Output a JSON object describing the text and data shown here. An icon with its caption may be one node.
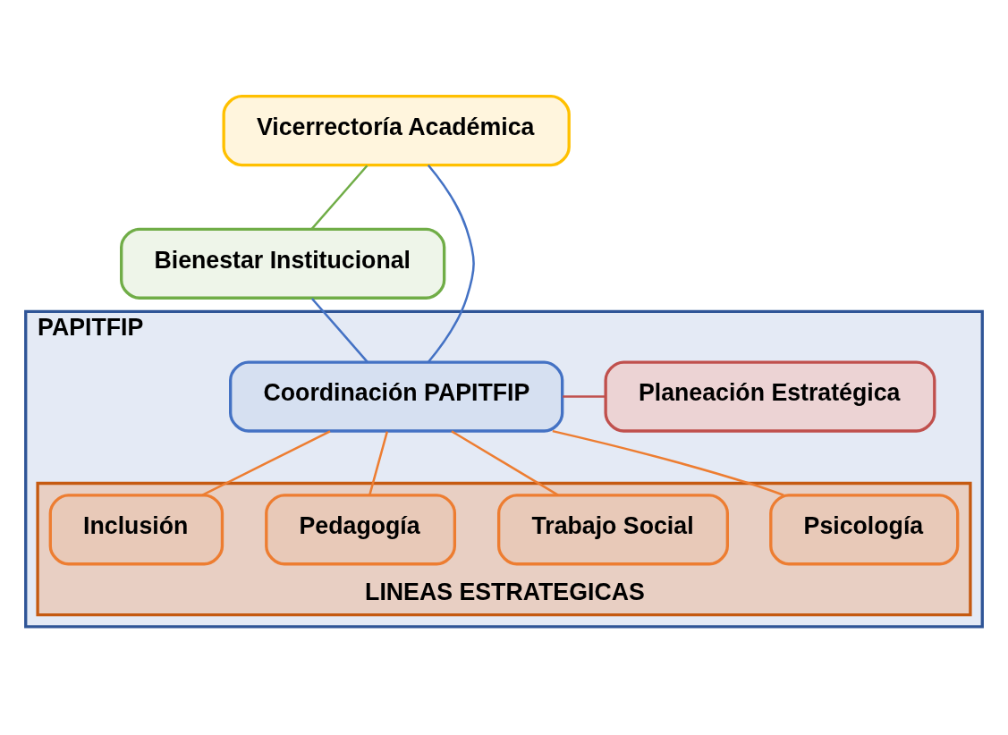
{
  "diagram": {
    "nodes": [
      {
        "text": [
          "Vicerrectoría Académica"
        ]
      },
      {
        "text": [
          "Bienestar Institucional"
        ]
      },
      {
        "text": [
          "PAPITFIP"
        ]
      },
      {
        "text": [
          "Coordinación PAPITFIP"
        ],
        "in": 2
      },
      {
        "text": [
          "Planeación Estratégica"
        ],
        "in": 2
      },
      {
        "text": [
          "LINEAS ESTRATEGICAS"
        ],
        "in": 2
      },
      {
        "text": [
          "Inclusión"
        ],
        "in": 5
      },
      {
        "text": [
          "Pedagogía"
        ],
        "in": 5
      },
      {
        "text": [
          "Trabajo Social"
        ],
        "in": 5
      },
      {
        "text": [
          "Psicología"
        ],
        "in": 5
      }
    ],
    "edges": [
      {
        "from": 0,
        "to": 1,
        "arrow": "none",
        "color": "#70ad47"
      },
      {
        "from": 0,
        "to": 3,
        "arrow": "none",
        "color": "#4472c4"
      },
      {
        "from": 1,
        "to": 3,
        "arrow": "none",
        "color": "#4472c4"
      },
      {
        "from": 3,
        "to": 4,
        "arrow": "none",
        "color": "#c0504d"
      },
      {
        "from": 3,
        "to": 6,
        "arrow": "none"
      },
      {
        "from": 3,
        "to": 7,
        "arrow": "none"
      },
      {
        "from": 3,
        "to": 8,
        "arrow": "none"
      },
      {
        "from": 3,
        "to": 9,
        "arrow": "none"
      }
    ]
  }
}
